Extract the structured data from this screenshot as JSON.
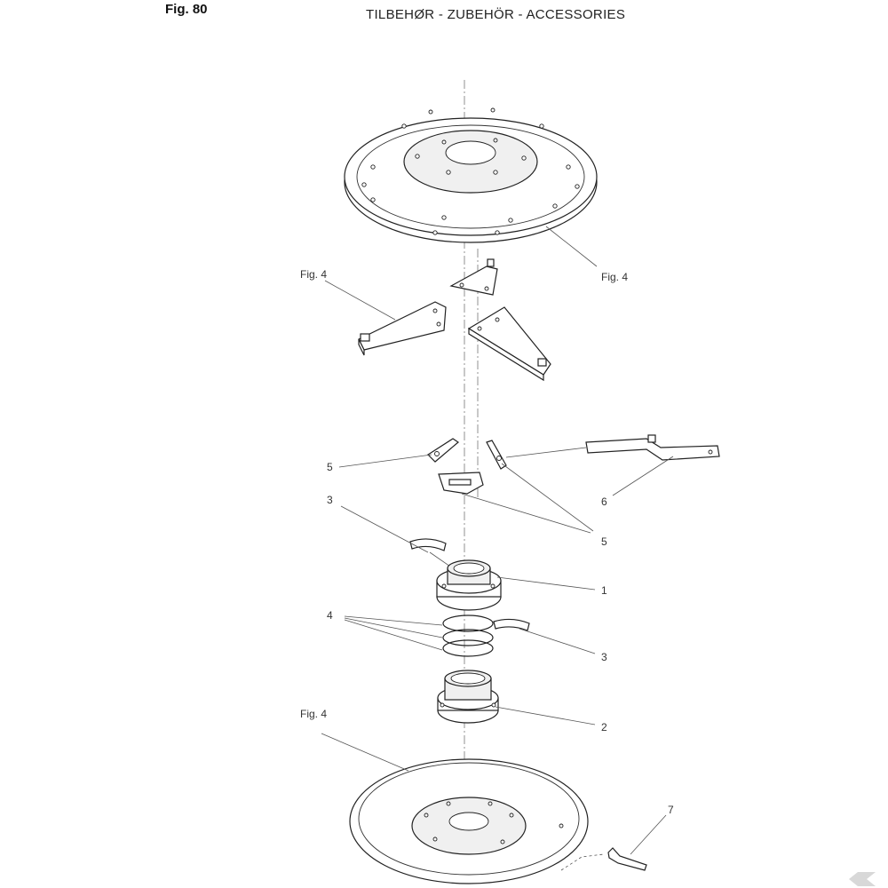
{
  "header": {
    "fig_number": "Fig. 80",
    "title": "TILBEHØR - ZUBEHÖR - ACCESSORIES"
  },
  "callouts": {
    "fig4_top_right": "Fig. 4",
    "fig4_left": "Fig. 4",
    "fig4_bottom": "Fig. 4",
    "item_1": "1",
    "item_2": "2",
    "item_3_left": "3",
    "item_3_right": "3",
    "item_4": "4",
    "item_5_left": "5",
    "item_5_right": "5",
    "item_6": "6",
    "item_7": "7"
  },
  "colors": {
    "line": "#222222",
    "background": "#ffffff"
  }
}
